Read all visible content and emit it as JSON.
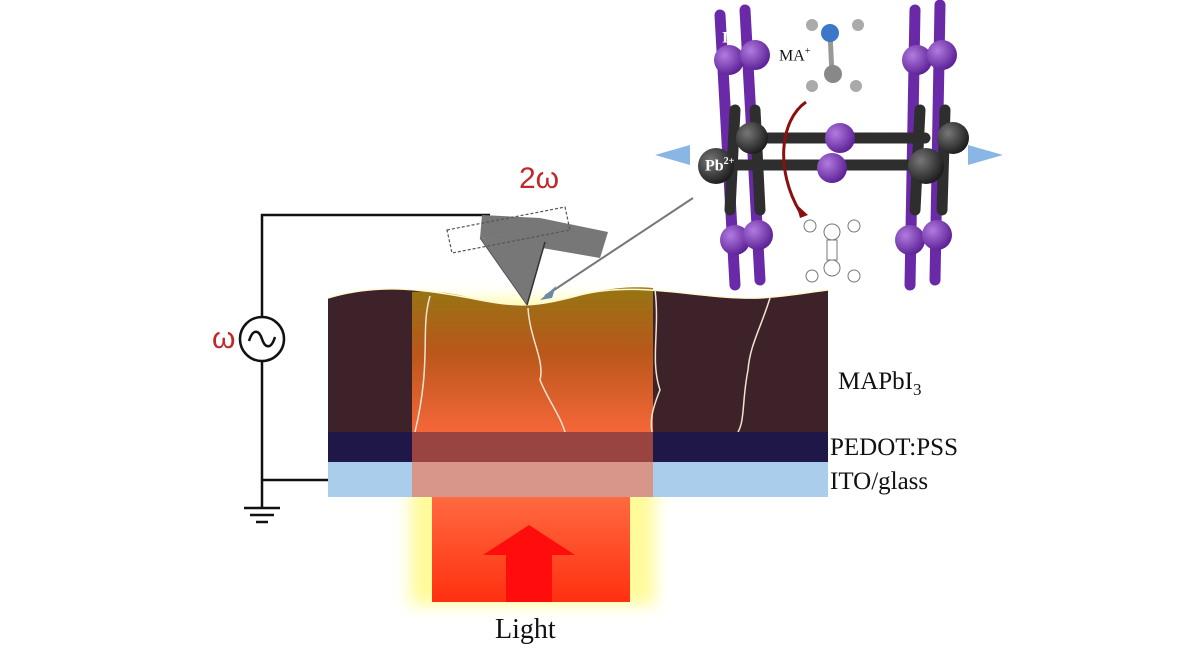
{
  "labels": {
    "omega": "ω",
    "two_omega": "2ω",
    "layer_top": "MAPbI",
    "layer_top_sub": "3",
    "layer_mid": "PEDOT:PSS",
    "layer_bottom": "ITO/glass",
    "light": "Light",
    "iodide": "I",
    "iodide_sup": "−",
    "ma": "MA",
    "ma_sup": "+",
    "lead": "Pb",
    "lead_sup": "2+"
  },
  "colors": {
    "perovskite": "#3d2229",
    "pedot": "#1e1747",
    "ito": "#a9cdea",
    "light": "#ff3b1a",
    "iodine": "#7a35b8",
    "lead": "#2a2a2a",
    "accent_red": "#c0282a"
  }
}
